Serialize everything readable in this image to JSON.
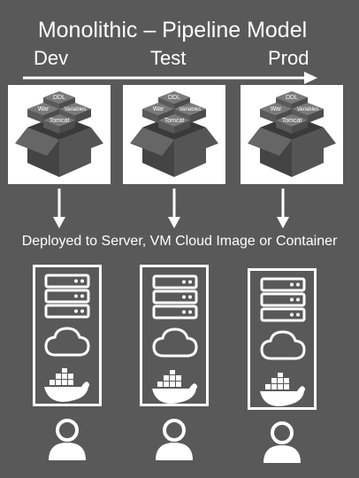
{
  "title": "Monolithic – Pipeline Model",
  "stages": [
    "Dev",
    "Test",
    "Prod"
  ],
  "package_labels": {
    "top": "DDL",
    "left": "War",
    "right": "Variables",
    "bottom": "Tomcat"
  },
  "deploy_caption": "Deployed to Server, VM Cloud Image or Container",
  "icons": {
    "package": "package-box-icon",
    "server": "server-rack-icon",
    "cloud": "cloud-icon",
    "container": "docker-whale-icon",
    "user": "user-icon"
  },
  "colors": {
    "background": "#595959",
    "foreground": "#ffffff",
    "box": "#444444"
  }
}
